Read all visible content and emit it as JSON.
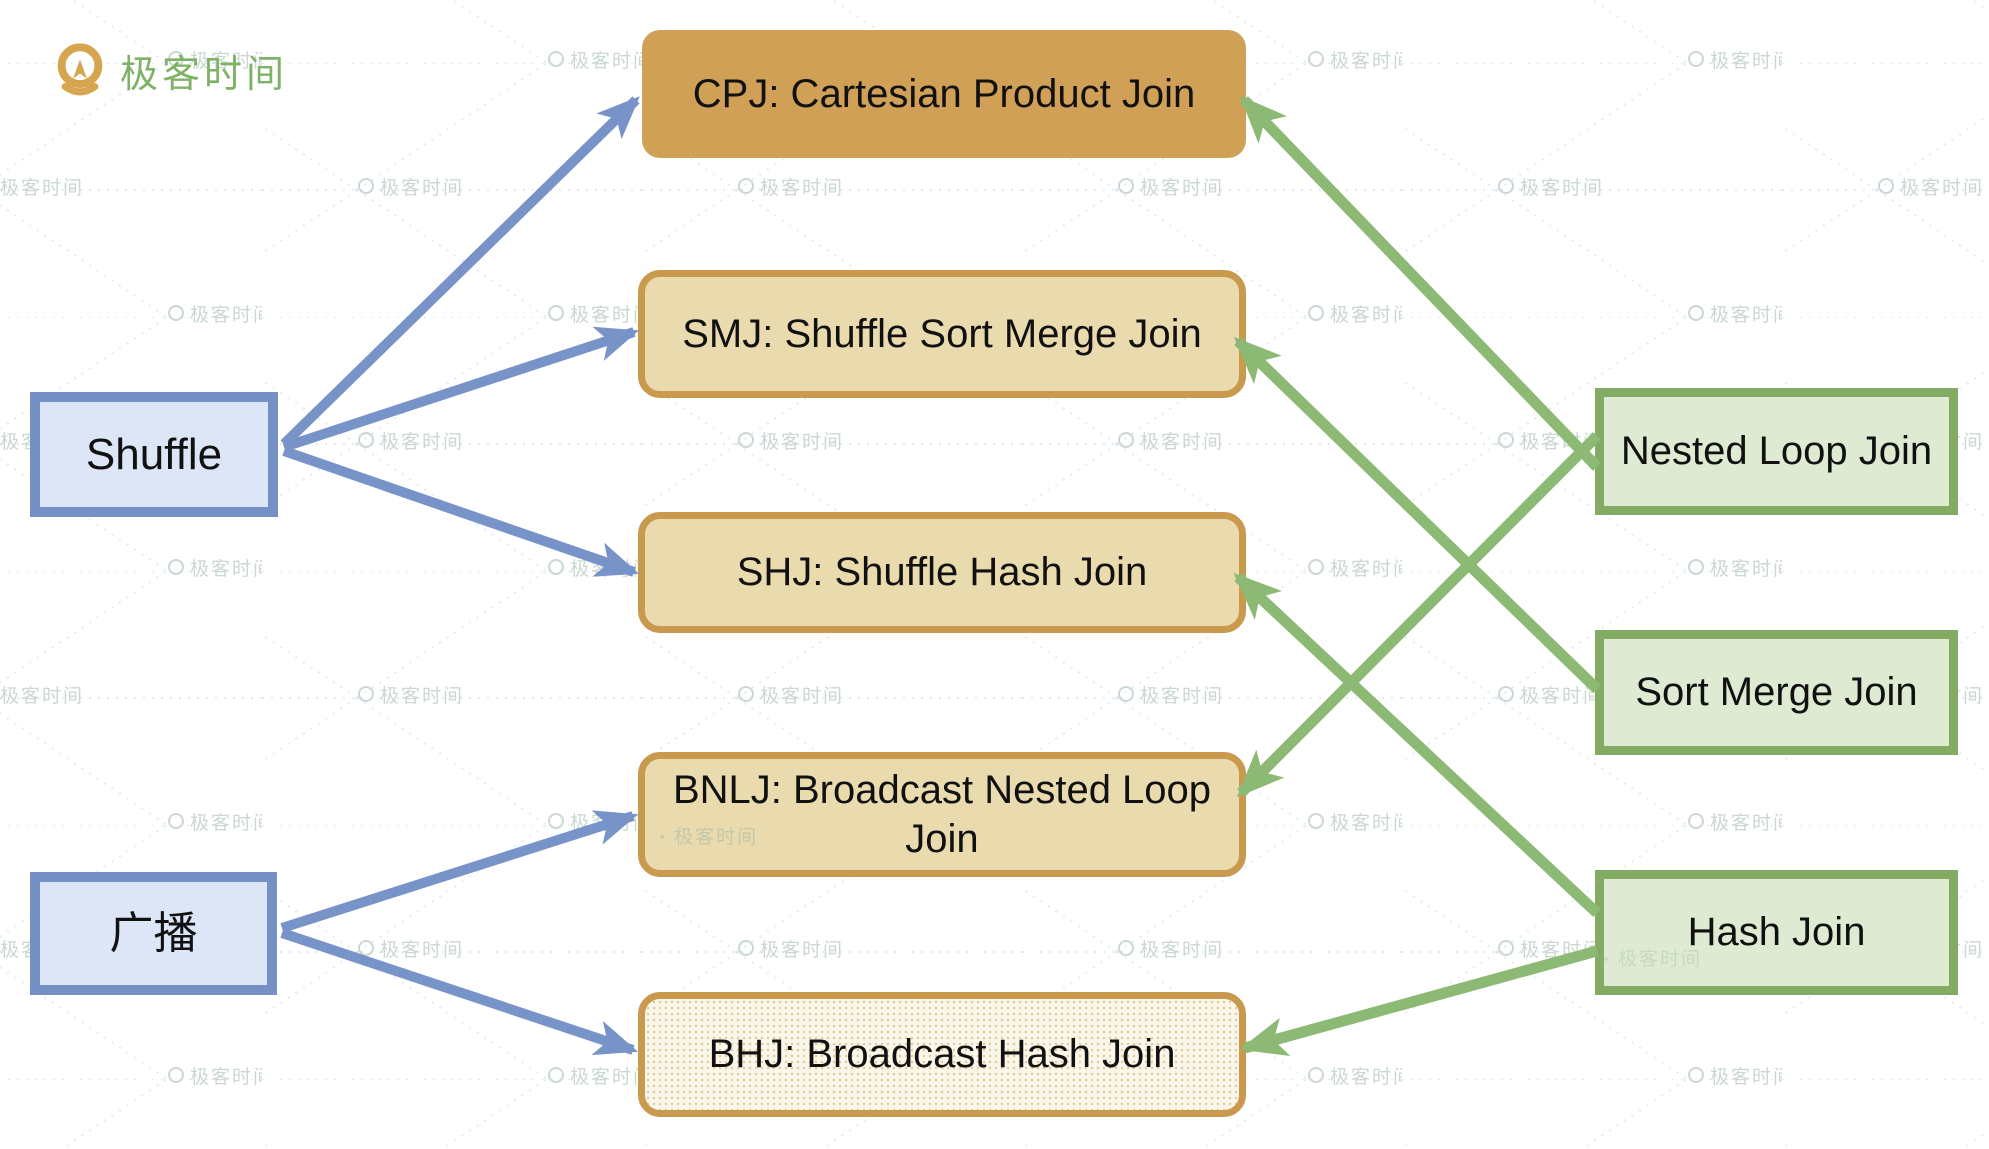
{
  "logo": {
    "brand": "极客时间"
  },
  "watermark": {
    "text": "极客时间"
  },
  "colors": {
    "blue_border": "#7490C4",
    "blue_fill": "#DCE6F7",
    "blue_arrow": "#7793C7",
    "tan_border": "#C9994E",
    "tan_fill": "#E9DBAE",
    "tan_solid": "#D0A057",
    "cream_fill": "#FAF6E9",
    "green_border": "#83AB63",
    "green_fill": "#DEEBD2",
    "green_arrow": "#8CB973",
    "logo_gold": "#D7A44F",
    "logo_text": "#7FB266"
  },
  "nodes": {
    "left": [
      {
        "id": "shuffle",
        "label": "Shuffle"
      },
      {
        "id": "broadcast",
        "label": "广播"
      }
    ],
    "middle": [
      {
        "id": "cpj",
        "label": "CPJ: Cartesian Product Join"
      },
      {
        "id": "smj",
        "label": "SMJ: Shuffle Sort Merge Join"
      },
      {
        "id": "shj",
        "label": "SHJ: Shuffle Hash Join"
      },
      {
        "id": "bnlj",
        "label": "BNLJ: Broadcast Nested Loop Join"
      },
      {
        "id": "bhj",
        "label": "BHJ: Broadcast Hash Join"
      }
    ],
    "right": [
      {
        "id": "nlj",
        "label": "Nested Loop Join"
      },
      {
        "id": "smj-right",
        "label": "Sort Merge Join"
      },
      {
        "id": "hj",
        "label": "Hash Join"
      }
    ]
  },
  "edges": [
    {
      "from": "shuffle",
      "to": "cpj",
      "color": "blue"
    },
    {
      "from": "shuffle",
      "to": "smj",
      "color": "blue"
    },
    {
      "from": "shuffle",
      "to": "shj",
      "color": "blue"
    },
    {
      "from": "broadcast",
      "to": "bnlj",
      "color": "blue"
    },
    {
      "from": "broadcast",
      "to": "bhj",
      "color": "blue"
    },
    {
      "from": "nlj",
      "to": "cpj",
      "color": "green"
    },
    {
      "from": "nlj",
      "to": "bnlj",
      "color": "green"
    },
    {
      "from": "smj-right",
      "to": "smj",
      "color": "green"
    },
    {
      "from": "hj",
      "to": "shj",
      "color": "green"
    },
    {
      "from": "hj",
      "to": "bhj",
      "color": "green"
    }
  ]
}
